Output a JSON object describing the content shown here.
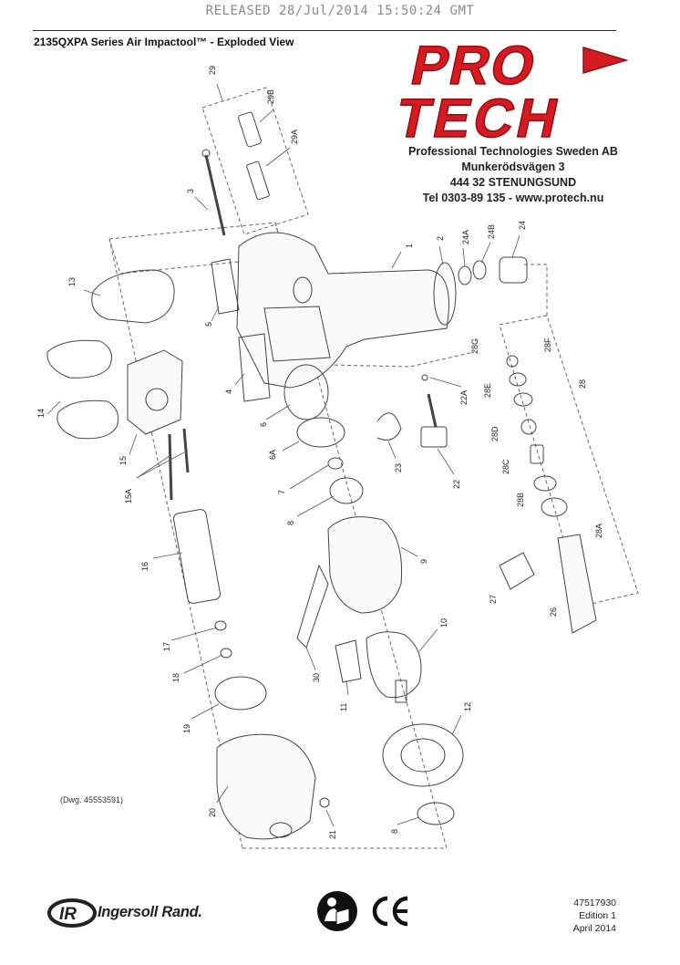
{
  "header": {
    "released": "RELEASED 28/Jul/2014 15:50:24 GMT",
    "title": "2135QXPA Series Air Impactool™ - Exploded View"
  },
  "brand": {
    "logo_line1": "PRO",
    "logo_line2": "TECH",
    "logo_color": "#d71920",
    "company": "Professional Technologies Sweden AB",
    "street": "Munkerödsvägen 3",
    "city": "444 32 STENUNGSUND",
    "contact": "Tel 0303-89 135  -  www.protech.nu"
  },
  "drawing": {
    "dwg_number": "(Dwg. 45553591)",
    "part_labels": [
      "29",
      "29B",
      "29A",
      "3",
      "1",
      "2",
      "24A",
      "24B",
      "24",
      "13",
      "5",
      "4",
      "14",
      "15",
      "15A",
      "6",
      "6A",
      "7",
      "8",
      "16",
      "17",
      "18",
      "19",
      "20",
      "21",
      "9",
      "30",
      "10",
      "11",
      "12",
      "8",
      "22A",
      "22",
      "23",
      "28G",
      "28F",
      "28E",
      "28D",
      "28C",
      "28B",
      "28A",
      "28",
      "27",
      "26"
    ]
  },
  "footer": {
    "manufacturer": "Ingersoll Rand.",
    "manual_icon": "read-manual-icon",
    "certification": "CE",
    "doc_number": "47517930",
    "edition": "Edition 1",
    "date": "April 2014"
  }
}
